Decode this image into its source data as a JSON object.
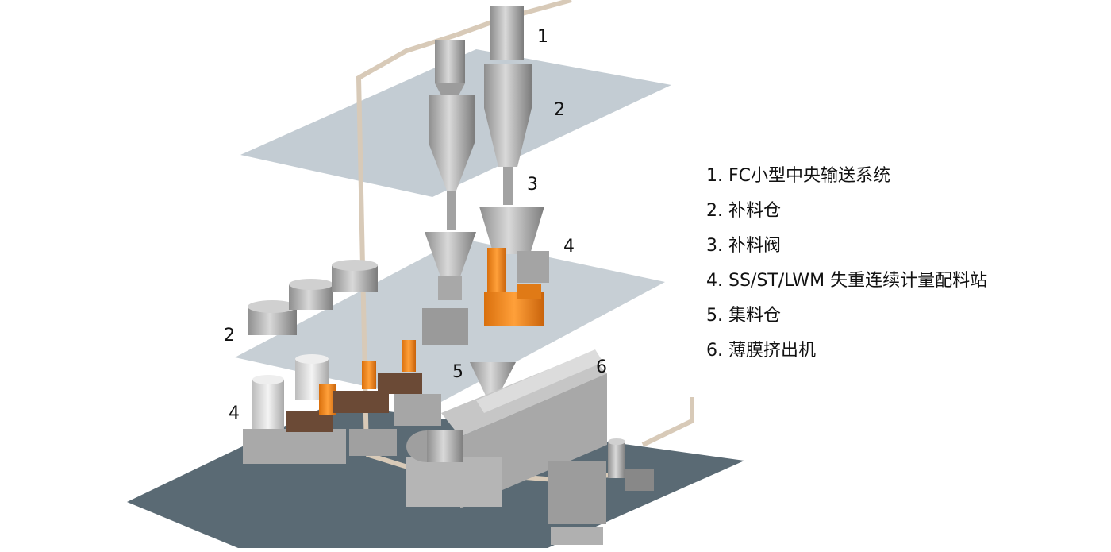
{
  "legend": [
    "1. FC小型中央输送系统",
    "2. 补料仓",
    "3. 补料阀",
    "4. SS/ST/LWM 失重连续计量配料站",
    "5. 集料仓",
    "6. 薄膜挤出机"
  ],
  "callouts": {
    "c1": "1",
    "c2_top": "2",
    "c3": "3",
    "c4_right": "4",
    "c2_left": "2",
    "c5": "5",
    "c6": "6",
    "c4_left": "4"
  },
  "colors": {
    "floor": "#5a6a74",
    "platform": "#b9c3cb",
    "steel": "#b8b8b8",
    "steel_dark": "#8c8c8c",
    "feeder_orange": "#f28a1e",
    "gearbox_brown": "#6b4a36",
    "pipe": "#d8cab8"
  }
}
